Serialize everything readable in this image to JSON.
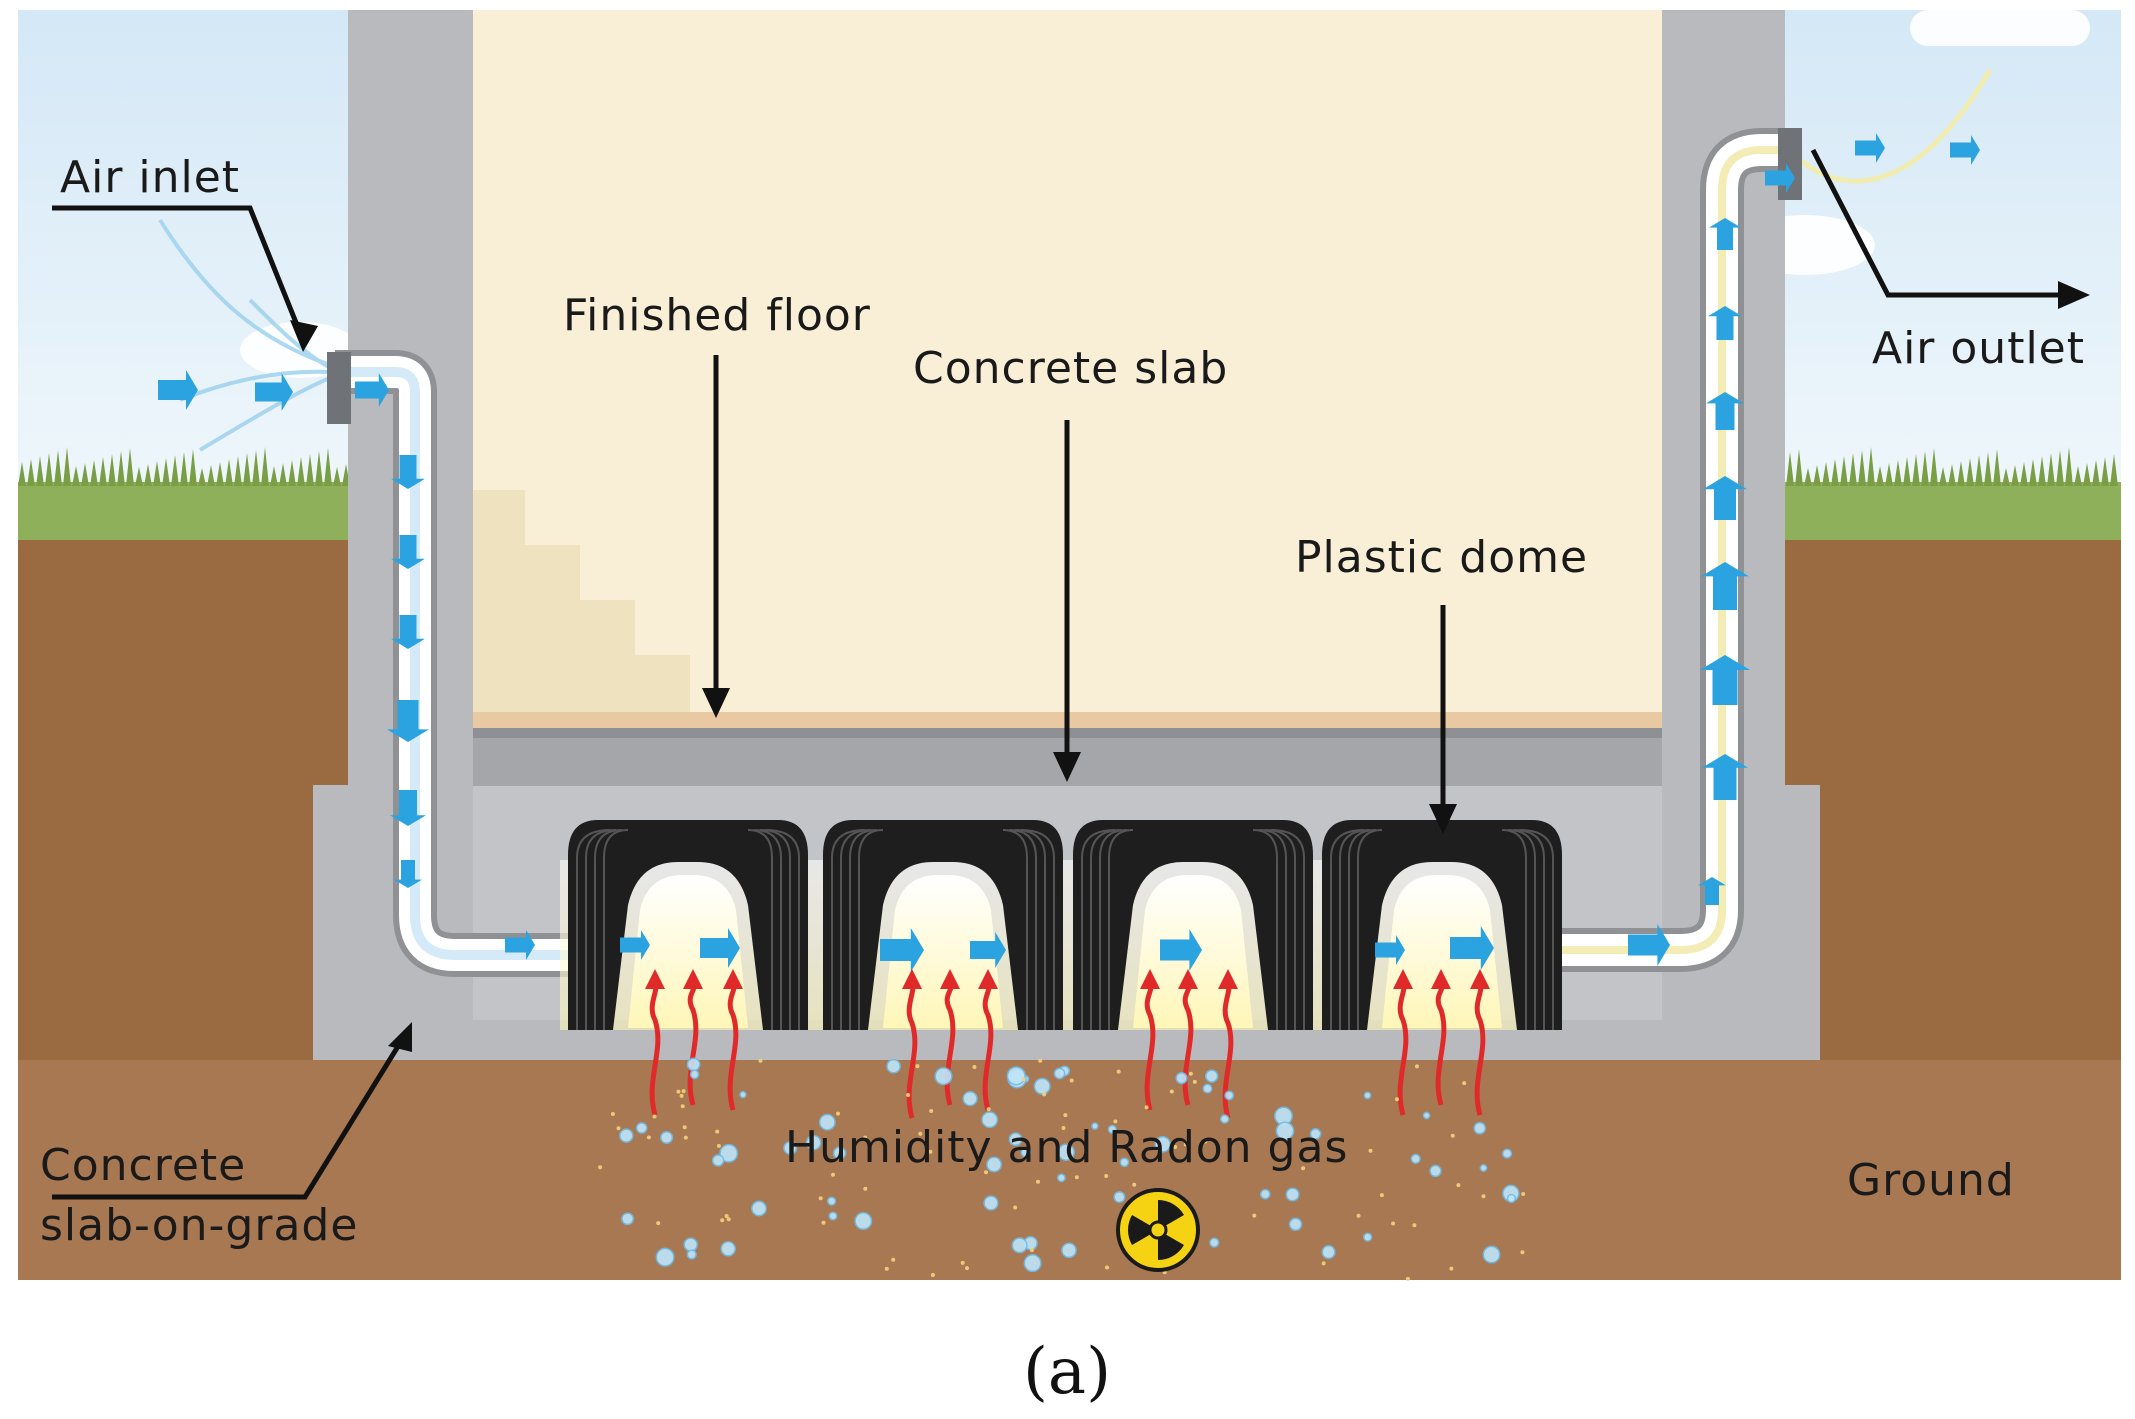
{
  "labels": {
    "air_inlet": "Air inlet",
    "air_outlet": "Air outlet",
    "finished_floor": "Finished floor",
    "concrete_slab": "Concrete slab",
    "plastic_dome": "Plastic dome",
    "slab_on_grade_line1": "Concrete",
    "slab_on_grade_line2": "slab-on-grade",
    "humidity_radon": "Humidity and Radon gas",
    "ground": "Ground"
  },
  "caption": "(a)",
  "icons": {
    "radiation": "radiation-hazard-icon",
    "airflow": "blue-arrow-icon",
    "gas": "red-wavy-arrow-icon"
  },
  "colors": {
    "sky": "#dcecf7",
    "grass": "#8fb05a",
    "soil": "#9a6a40",
    "soil_dark": "#8a5a33",
    "concrete": "#b9babd",
    "concrete_dark": "#a4a6aa",
    "interior": "#f8efd6",
    "floor": "#e8c9a2",
    "dome": "#1e1e1e",
    "airflow": "#2aa3e0",
    "gas": "#e02a2a",
    "radiation": "#f5d312"
  }
}
